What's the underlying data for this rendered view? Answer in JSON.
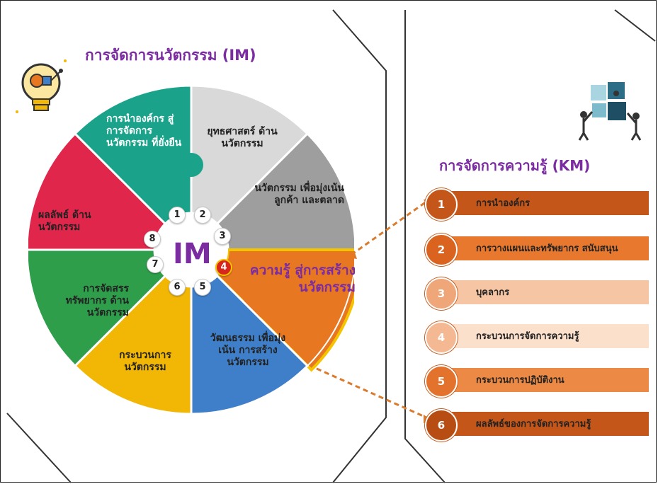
{
  "im_title": "การจัดการนวัตกรรม (IM)",
  "km_title": "การจัดการความรู้ (KM)",
  "center_label": "IM",
  "wheel_segments": [
    {
      "num": "1",
      "text": "การนำองค์กร สู่การจัดการ นวัตกรรม ที่ยั่งยืน",
      "color": "#1aa38a"
    },
    {
      "num": "2",
      "text": "ยุทธศาสตร์ ด้านนวัตกรรม",
      "color": "#d9d9d9"
    },
    {
      "num": "3",
      "text": "นวัตกรรม เพื่อมุ่งเน้นลูกค้า และตลาด",
      "color": "#9e9e9e"
    },
    {
      "num": "4",
      "text": "ความรู้ สู่การสร้าง นวัตกรรม",
      "color": "#e87722"
    },
    {
      "num": "5",
      "text": "วัฒนธรรม เพื่อมุ่งเน้น การสร้าง นวัตกรรม",
      "color": "#3f7fc9"
    },
    {
      "num": "6",
      "text": "กระบวนการ นวัตกรรม",
      "color": "#f2b705"
    },
    {
      "num": "7",
      "text": "การจัดสรร ทรัพยากร ด้านนวัตกรรม",
      "color": "#2e9e4a"
    },
    {
      "num": "8",
      "text": "ผลลัพธ์ ด้านนวัตกรรม",
      "color": "#e0264a"
    }
  ],
  "km_items": [
    {
      "num": "1",
      "label": "การนำองค์กร",
      "bar_color": "#c4561a",
      "circle_color": "#c4561a"
    },
    {
      "num": "2",
      "label": "การวางแผนและทรัพยากร สนับสนุน",
      "bar_color": "#e8782d",
      "circle_color": "#d9631f"
    },
    {
      "num": "3",
      "label": "บุคลากร",
      "bar_color": "#f6c6a4",
      "circle_color": "#efa678"
    },
    {
      "num": "4",
      "label": "กระบวนการจัดการความรู้",
      "bar_color": "#fbe0cc",
      "circle_color": "#f4b993"
    },
    {
      "num": "5",
      "label": "กระบวนการปฏิบัติงาน",
      "bar_color": "#ec8a45",
      "circle_color": "#e2722c"
    },
    {
      "num": "6",
      "label": "ผลลัพธ์ของการจัดการความรู้",
      "bar_color": "#c4561a",
      "circle_color": "#b84d14"
    }
  ]
}
